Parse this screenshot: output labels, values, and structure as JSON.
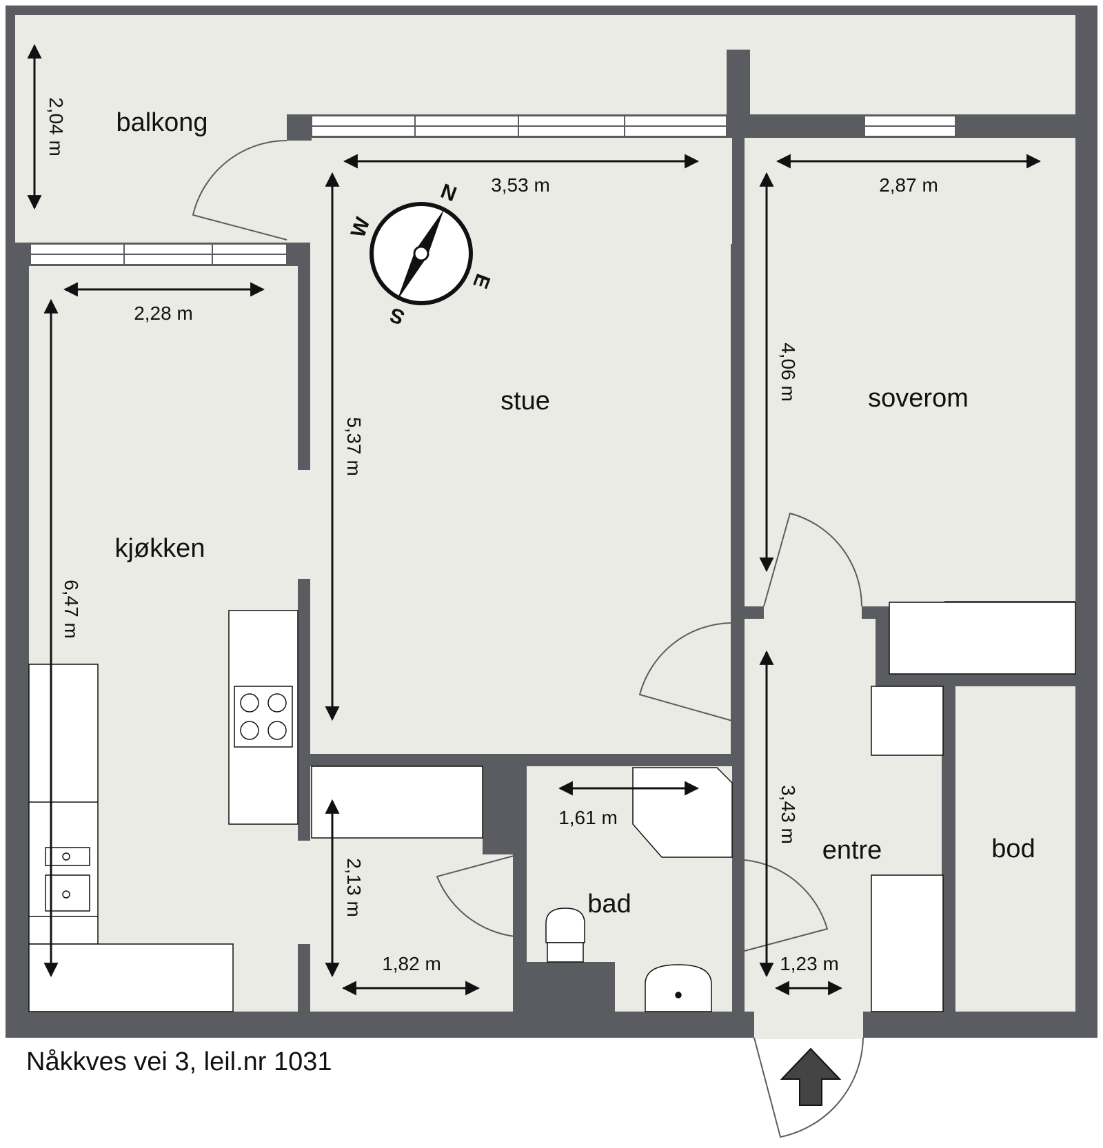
{
  "rooms": {
    "balkong": "balkong",
    "stue": "stue",
    "soverom": "soverom",
    "kjokken": "kjøkken",
    "bad": "bad",
    "entre": "entre",
    "bod": "bod"
  },
  "dimensions": {
    "balkong_depth": "2,04 m",
    "stue_width": "3,53 m",
    "soverom_width": "2,87 m",
    "kjokken_width": "2,28 m",
    "stue_depth": "5,37 m",
    "soverom_depth": "4,06 m",
    "kjokken_depth": "6,47 m",
    "entre_depth": "3,43 m",
    "bad_width": "1,61 m",
    "hall_depth": "2,13 m",
    "hall_width": "1,82 m",
    "entre_width": "1,23 m"
  },
  "compass": {
    "north": "N",
    "south": "S",
    "east": "E",
    "west": "W"
  },
  "address": "Nåkkves vei 3, leil.nr 1031",
  "colors": {
    "wall": "#5a5c61",
    "floor": "#ebebe5",
    "fixture": "#ffffff",
    "line": "#111111"
  }
}
